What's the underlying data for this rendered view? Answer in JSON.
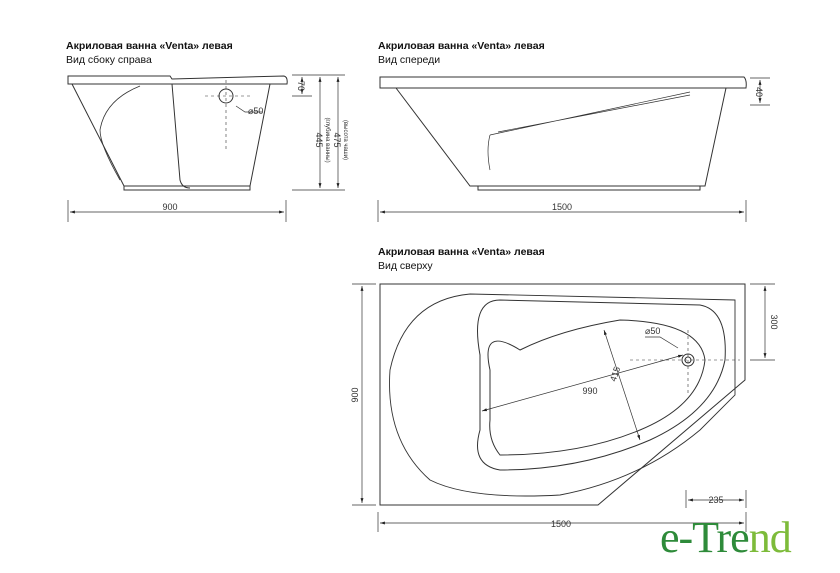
{
  "side_view": {
    "title": "Акриловая ванна «Venta» левая",
    "subtitle": "Вид сбоку справа",
    "width": "900",
    "rim": "70",
    "drain": "⌀50",
    "depth": "445",
    "depth_note": "(глубина ванны)",
    "height": "475",
    "height_note": "(высота чаши)"
  },
  "front_view": {
    "title": "Акриловая ванна «Venta» левая",
    "subtitle": "Вид спереди",
    "length": "1500",
    "rim": "40"
  },
  "top_view": {
    "title": "Акриловая ванна «Venta» левая",
    "subtitle": "Вид сверху",
    "width": "900",
    "length": "1500",
    "drain": "⌀50",
    "inner_length": "990",
    "inner_width": "415",
    "side": "300",
    "corner": "235"
  },
  "logo": {
    "text_a": "e-Tre",
    "text_b": "nd"
  }
}
